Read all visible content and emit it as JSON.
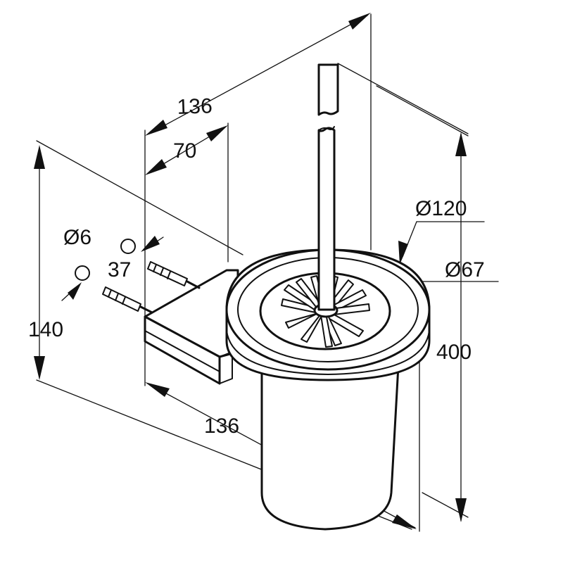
{
  "drawing": {
    "subject": "toilet-brush-holder",
    "line_color": "#111111",
    "background_color": "#ffffff"
  },
  "dimensions": {
    "depth_top": "136",
    "bracket_offset": "70",
    "screw_diameter": "Ø6",
    "screw_length": "37",
    "bracket_height": "140",
    "rim_diameter": "Ø120",
    "opening_diameter": "Ø67",
    "total_height": "400",
    "width_bottom": "136"
  }
}
